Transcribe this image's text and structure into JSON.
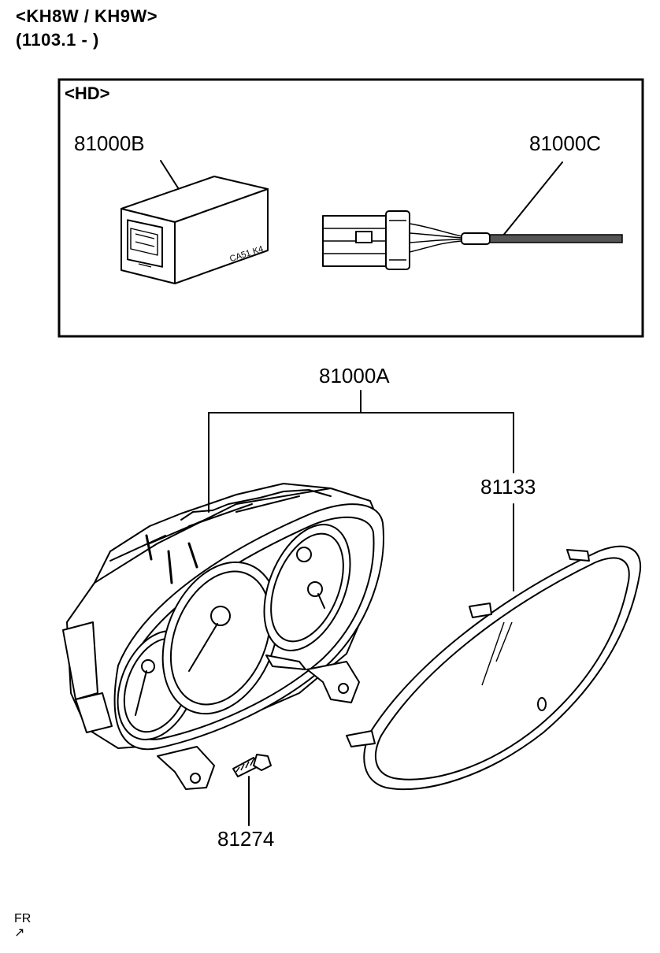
{
  "header": {
    "model_line": "<KH8W / KH9W>",
    "date_line": "(1103.1 - )"
  },
  "inset": {
    "label": "<HD>"
  },
  "parts": {
    "part_b": "81000B",
    "part_c": "81000C",
    "part_a": "81000A",
    "lens": "81133",
    "screw": "81274"
  },
  "connector_marking": "CA51 K4",
  "corner_mark": "FR"
}
